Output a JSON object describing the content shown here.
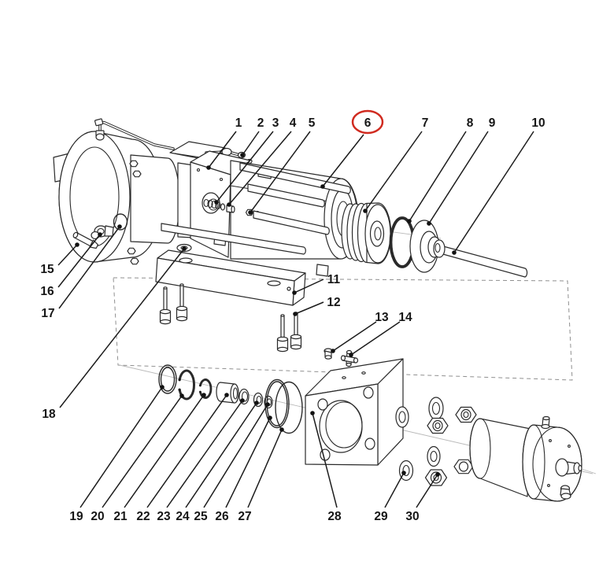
{
  "figure": {
    "kind": "exploded-parts-diagram",
    "background": "#ffffff",
    "line_color": "#232323",
    "leader_color": "#1c1c1c",
    "highlight_color": "#d02b20",
    "highlighted_callout": "6"
  },
  "callouts": [
    {
      "label": "1"
    },
    {
      "label": "2"
    },
    {
      "label": "3"
    },
    {
      "label": "4"
    },
    {
      "label": "5"
    },
    {
      "label": "6",
      "highlighted": true
    },
    {
      "label": "7"
    },
    {
      "label": "8"
    },
    {
      "label": "9"
    },
    {
      "label": "10"
    },
    {
      "label": "11"
    },
    {
      "label": "12"
    },
    {
      "label": "13"
    },
    {
      "label": "14"
    },
    {
      "label": "15"
    },
    {
      "label": "16"
    },
    {
      "label": "17"
    },
    {
      "label": "18"
    },
    {
      "label": "19"
    },
    {
      "label": "20"
    },
    {
      "label": "21"
    },
    {
      "label": "22"
    },
    {
      "label": "23"
    },
    {
      "label": "24"
    },
    {
      "label": "25"
    },
    {
      "label": "26"
    },
    {
      "label": "27"
    },
    {
      "label": "28"
    },
    {
      "label": "29"
    },
    {
      "label": "30"
    }
  ]
}
